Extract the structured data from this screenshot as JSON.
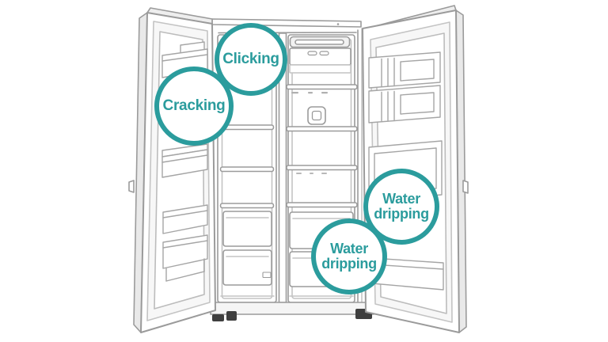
{
  "illustration": {
    "description": "Line drawing of a side-by-side refrigerator with both doors open",
    "colors": {
      "accent_teal": "#2B9C9D",
      "outline_gray": "#9b9b9b",
      "light_gray_fill": "#e9e9e9",
      "feet_dark": "#3f3f3f",
      "background": "#ffffff"
    }
  },
  "badges": [
    {
      "id": "clicking",
      "lines": [
        "Clicking"
      ]
    },
    {
      "id": "cracking",
      "lines": [
        "Cracking"
      ]
    },
    {
      "id": "water-dripping-right",
      "lines": [
        "Water",
        "dripping"
      ]
    },
    {
      "id": "water-dripping-left",
      "lines": [
        "Water",
        "dripping"
      ]
    }
  ]
}
